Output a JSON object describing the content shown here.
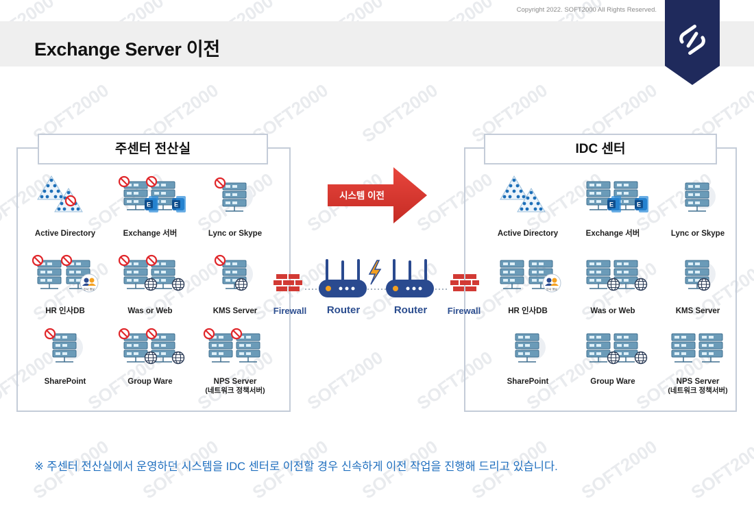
{
  "header": {
    "copyright": "Copyright 2022. SOFT2000 All Rights Reserved.",
    "title": "Exchange Server 이전"
  },
  "brand": {
    "logo_icon": "soft2000-s-logo",
    "ribbon_color": "#1f2a5c",
    "watermark": "SOFT2000"
  },
  "migration_arrow": {
    "label": "시스템 이전",
    "color": "#d9342b"
  },
  "source_site": {
    "title": "주센터 전산실",
    "systems": [
      {
        "label": "Active Directory",
        "icon": "directory-tree",
        "blocked": true
      },
      {
        "label": "Exchange 서버",
        "icon": "server-exchange",
        "blocked": true
      },
      {
        "label": "Lync or Skype",
        "icon": "server",
        "blocked": true
      },
      {
        "label": "HR 인사DB",
        "icon": "server-hr",
        "blocked": true
      },
      {
        "label": "Was or Web",
        "icon": "server-web",
        "blocked": true
      },
      {
        "label": "KMS Server",
        "icon": "server-web",
        "blocked": true
      },
      {
        "label": "SharePoint",
        "icon": "server",
        "blocked": true
      },
      {
        "label": "Group Ware",
        "icon": "server-web",
        "blocked": true
      },
      {
        "label": "NPS Server",
        "sublabel": "(네트워크 정책서버)",
        "icon": "server-pair",
        "blocked": true
      }
    ]
  },
  "target_site": {
    "title": "IDC 센터",
    "systems": [
      {
        "label": "Active Directory",
        "icon": "directory-tree",
        "blocked": false
      },
      {
        "label": "Exchange 서버",
        "icon": "server-exchange",
        "blocked": false
      },
      {
        "label": "Lync or Skype",
        "icon": "server",
        "blocked": false
      },
      {
        "label": "HR 인사DB",
        "icon": "server-hr",
        "blocked": false
      },
      {
        "label": "Was or Web",
        "icon": "server-web",
        "blocked": false
      },
      {
        "label": "KMS Server",
        "icon": "server-web",
        "blocked": false
      },
      {
        "label": "SharePoint",
        "icon": "server",
        "blocked": false
      },
      {
        "label": "Group Ware",
        "icon": "server-web",
        "blocked": false
      },
      {
        "label": "NPS Server",
        "sublabel": "(네트워크 정책서버)",
        "icon": "server-pair",
        "blocked": false
      }
    ]
  },
  "network": {
    "left_firewall": "Firewall",
    "left_router": "Router",
    "right_router": "Router",
    "right_firewall": "Firewall",
    "link_icon": "lightning-icon"
  },
  "footnote": "※ 주센터 전산실에서 운영하던 시스템을 IDC 센터로 이전할 경우 신속하게 이전 작업을 진행해 드리고 있습니다.",
  "colors": {
    "server_fill": "#6b9bb8",
    "server_dark": "#3f6f8f",
    "panel_border": "#c4ccd8",
    "text_blue": "#1f6fbf",
    "router_blue": "#2a4a8f",
    "firewall_red": "#d23a34",
    "no_sign": "#e0262a"
  }
}
